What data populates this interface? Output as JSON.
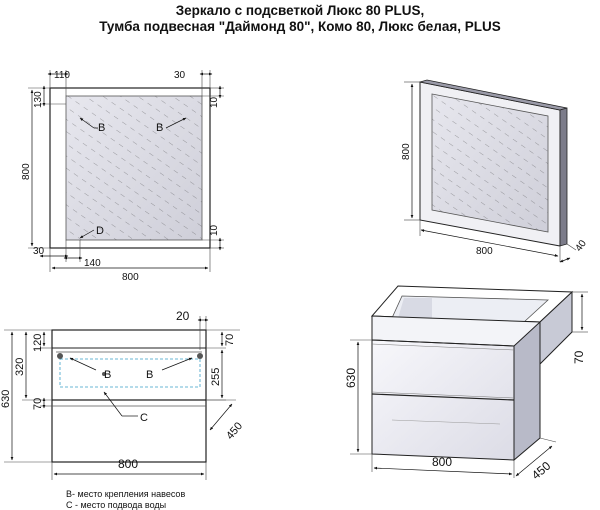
{
  "title": {
    "line1": "Зеркало с подсветкой Люкс 80 PLUS,",
    "line2": "Тумба подвесная \"Даймонд 80\", Комо 80, Люкс белая, PLUS"
  },
  "mirror_front": {
    "dims": {
      "top_left": "110",
      "top_right": "30",
      "left_top": "130",
      "height": "800",
      "right_top": "10",
      "right_bottom": "10",
      "bottom_left": "30",
      "bottom_mid": "140",
      "width": "800"
    },
    "labels": {
      "b_left": "B",
      "b_right": "B",
      "d": "D"
    }
  },
  "mirror_iso": {
    "dims": {
      "height": "800",
      "width": "800",
      "depth": "40"
    }
  },
  "cabinet_front": {
    "dims": {
      "top_right": "20",
      "left_120": "120",
      "left_320": "320",
      "total_630": "630",
      "left_70": "70",
      "right_70": "70",
      "right_255": "255",
      "depth": "450",
      "width": "800"
    },
    "labels": {
      "b_left": "B",
      "b_right": "B",
      "c": "C"
    }
  },
  "cabinet_iso": {
    "dims": {
      "height": "630",
      "top_70": "70",
      "width": "800",
      "depth": "450"
    }
  },
  "legend": {
    "b": "B- место крепления навесов",
    "c": "С - место подвода воды"
  }
}
